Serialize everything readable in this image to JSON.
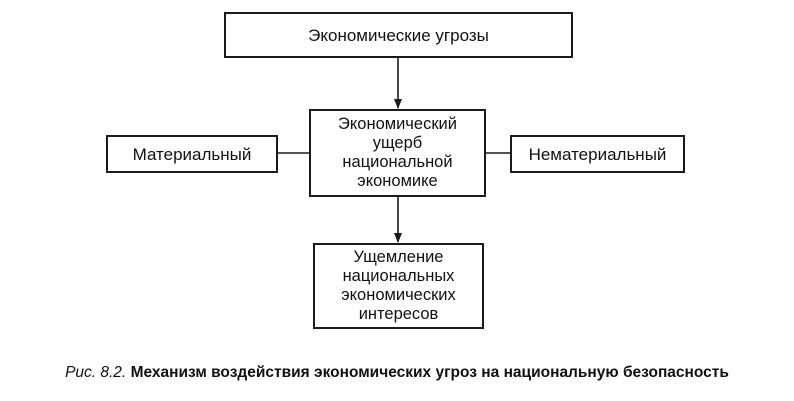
{
  "nodes": {
    "top": "Экономические угрозы",
    "center": [
      "Экономический",
      "ущерб",
      "национальной",
      "экономике"
    ],
    "left": "Материальный",
    "right": "Нематериальный",
    "bottom": [
      "Ущемление",
      "национальных",
      "экономических",
      "интересов"
    ]
  },
  "caption": {
    "figure": "Рис. 8.2.",
    "title": "Механизм воздействия экономических угроз на национальную безопасность"
  }
}
